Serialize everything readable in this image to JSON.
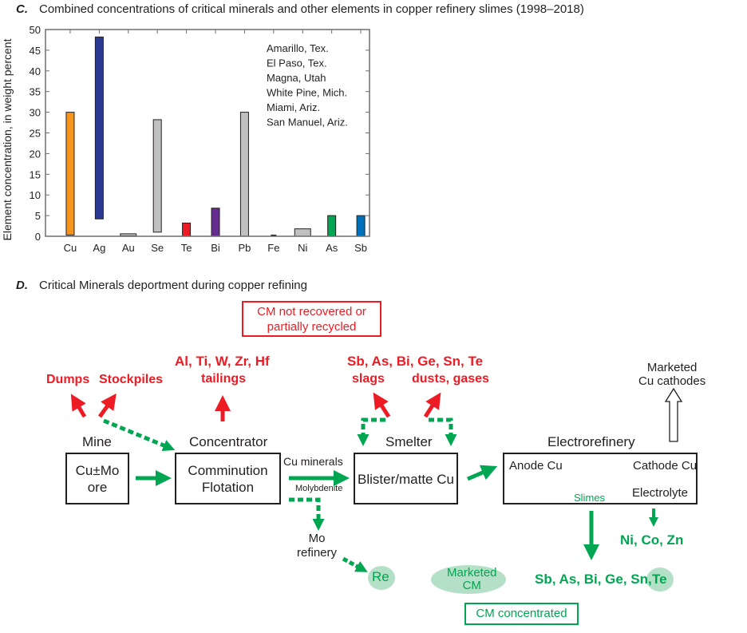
{
  "panel_c": {
    "letter": "C.",
    "title": "Combined concentrations of critical minerals and other elements in copper refinery slimes (1998–2018)"
  },
  "chart_data": {
    "type": "bar",
    "subtype": "floating-range",
    "title": "Combined concentrations of critical minerals and other elements in copper refinery slimes (1998–2018)",
    "xlabel": "",
    "ylabel": "Element concentration, in weight percent",
    "ylim": [
      0,
      50
    ],
    "yticks": [
      0,
      5,
      10,
      15,
      20,
      25,
      30,
      35,
      40,
      45,
      50
    ],
    "grid": false,
    "categories": [
      "Cu",
      "Ag",
      "Au",
      "Se",
      "Te",
      "Bi",
      "Pb",
      "Fe",
      "Ni",
      "As",
      "Sb"
    ],
    "series": [
      {
        "name": "Concentration range",
        "min": [
          0.3,
          4.2,
          0.1,
          1.0,
          0,
          0,
          0,
          0,
          0,
          0,
          0
        ],
        "max": [
          30,
          48.2,
          0.6,
          28.2,
          3.2,
          6.8,
          30,
          0.3,
          1.8,
          5,
          5
        ],
        "colors": [
          "#f7941d",
          "#2b3990",
          "#c0c0c0",
          "#c0c0c0",
          "#ed1c24",
          "#662d91",
          "#c0c0c0",
          "#231f20",
          "#c0c0c0",
          "#00a651",
          "#0072bc"
        ]
      }
    ],
    "annotation_lines": [
      "Amarillo, Tex.",
      "El Paso, Tex.",
      "Magna, Utah",
      "White Pine, Mich.",
      "Miami, Ariz.",
      "San Manuel, Ariz."
    ],
    "annotation_placement": "top-right"
  },
  "panel_d": {
    "letter": "D.",
    "title": "Critical Minerals deportment during copper refining",
    "legend_not_recovered": [
      "CM not recovered or",
      "partially recycled"
    ],
    "legend_concentrated": "CM concentrated",
    "legend_marketed": [
      "Marketed",
      "CM"
    ],
    "stages": {
      "mine": {
        "heading": "Mine",
        "lines": [
          "Cu±Mo",
          "ore"
        ]
      },
      "concentrator": {
        "heading": "Concentrator",
        "lines": [
          "Comminution",
          "Flotation"
        ]
      },
      "smelter": {
        "heading": "Smelter",
        "lines": [
          "Blister/matte Cu"
        ]
      },
      "electrorefinery": {
        "heading": "Electrorefinery",
        "anode": "Anode Cu",
        "cathode": "Cathode Cu",
        "slimes": "Slimes",
        "electrolyte": "Electrolyte"
      }
    },
    "losses": {
      "dumps": "Dumps",
      "stockpiles": "Stockpiles",
      "tailings_elements": "Al, Ti, W, Zr, Hf",
      "tailings": "tailings",
      "smelter_elements": "Sb, As, Bi, Ge, Sn, Te",
      "slags": "slags",
      "dusts": "dusts, gases"
    },
    "flows": {
      "cu_minerals": "Cu minerals",
      "molybdenite": "Molybdenite",
      "mo_refinery": [
        "Mo",
        "refinery"
      ],
      "re": "Re",
      "marketed_cathodes": [
        "Marketed",
        "Cu cathodes"
      ],
      "electrolyte_products": "Ni, Co, Zn",
      "slimes_products": "Sb, As, Bi, Ge, Sn,",
      "slimes_te": "Te"
    }
  }
}
